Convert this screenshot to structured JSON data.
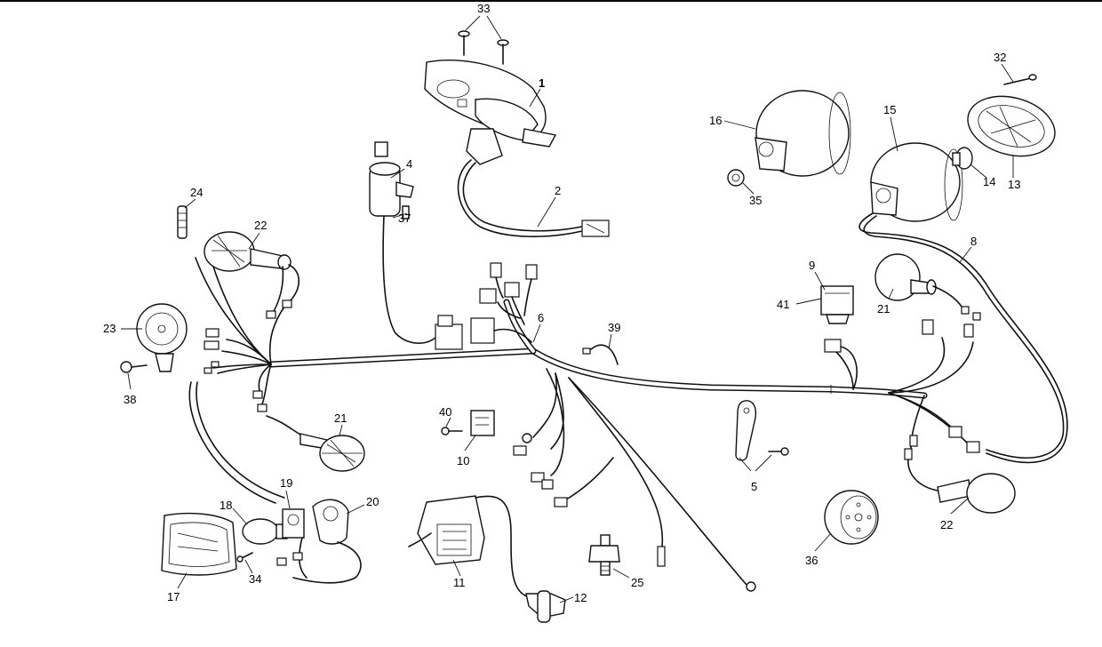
{
  "callouts": [
    {
      "id": "c1",
      "text": "1"
    },
    {
      "id": "c2",
      "text": "2"
    },
    {
      "id": "c4",
      "text": "4"
    },
    {
      "id": "c5",
      "text": "5"
    },
    {
      "id": "c6",
      "text": "6"
    },
    {
      "id": "c8",
      "text": "8"
    },
    {
      "id": "c9",
      "text": "9"
    },
    {
      "id": "c10",
      "text": "10"
    },
    {
      "id": "c11",
      "text": "11"
    },
    {
      "id": "c12",
      "text": "12"
    },
    {
      "id": "c13",
      "text": "13"
    },
    {
      "id": "c14",
      "text": "14"
    },
    {
      "id": "c15",
      "text": "15"
    },
    {
      "id": "c16",
      "text": "16"
    },
    {
      "id": "c17",
      "text": "17"
    },
    {
      "id": "c18",
      "text": "18"
    },
    {
      "id": "c19",
      "text": "19"
    },
    {
      "id": "c20",
      "text": "20"
    },
    {
      "id": "c21a",
      "text": "21"
    },
    {
      "id": "c21b",
      "text": "21"
    },
    {
      "id": "c22a",
      "text": "22"
    },
    {
      "id": "c22b",
      "text": "22"
    },
    {
      "id": "c23",
      "text": "23"
    },
    {
      "id": "c24",
      "text": "24"
    },
    {
      "id": "c25",
      "text": "25"
    },
    {
      "id": "c32",
      "text": "32"
    },
    {
      "id": "c33",
      "text": "33"
    },
    {
      "id": "c34",
      "text": "34"
    },
    {
      "id": "c35",
      "text": "35"
    },
    {
      "id": "c36",
      "text": "36"
    },
    {
      "id": "c37",
      "text": "37"
    },
    {
      "id": "c38",
      "text": "38"
    },
    {
      "id": "c39",
      "text": "39"
    },
    {
      "id": "c40",
      "text": "40"
    },
    {
      "id": "c41",
      "text": "41"
    }
  ]
}
